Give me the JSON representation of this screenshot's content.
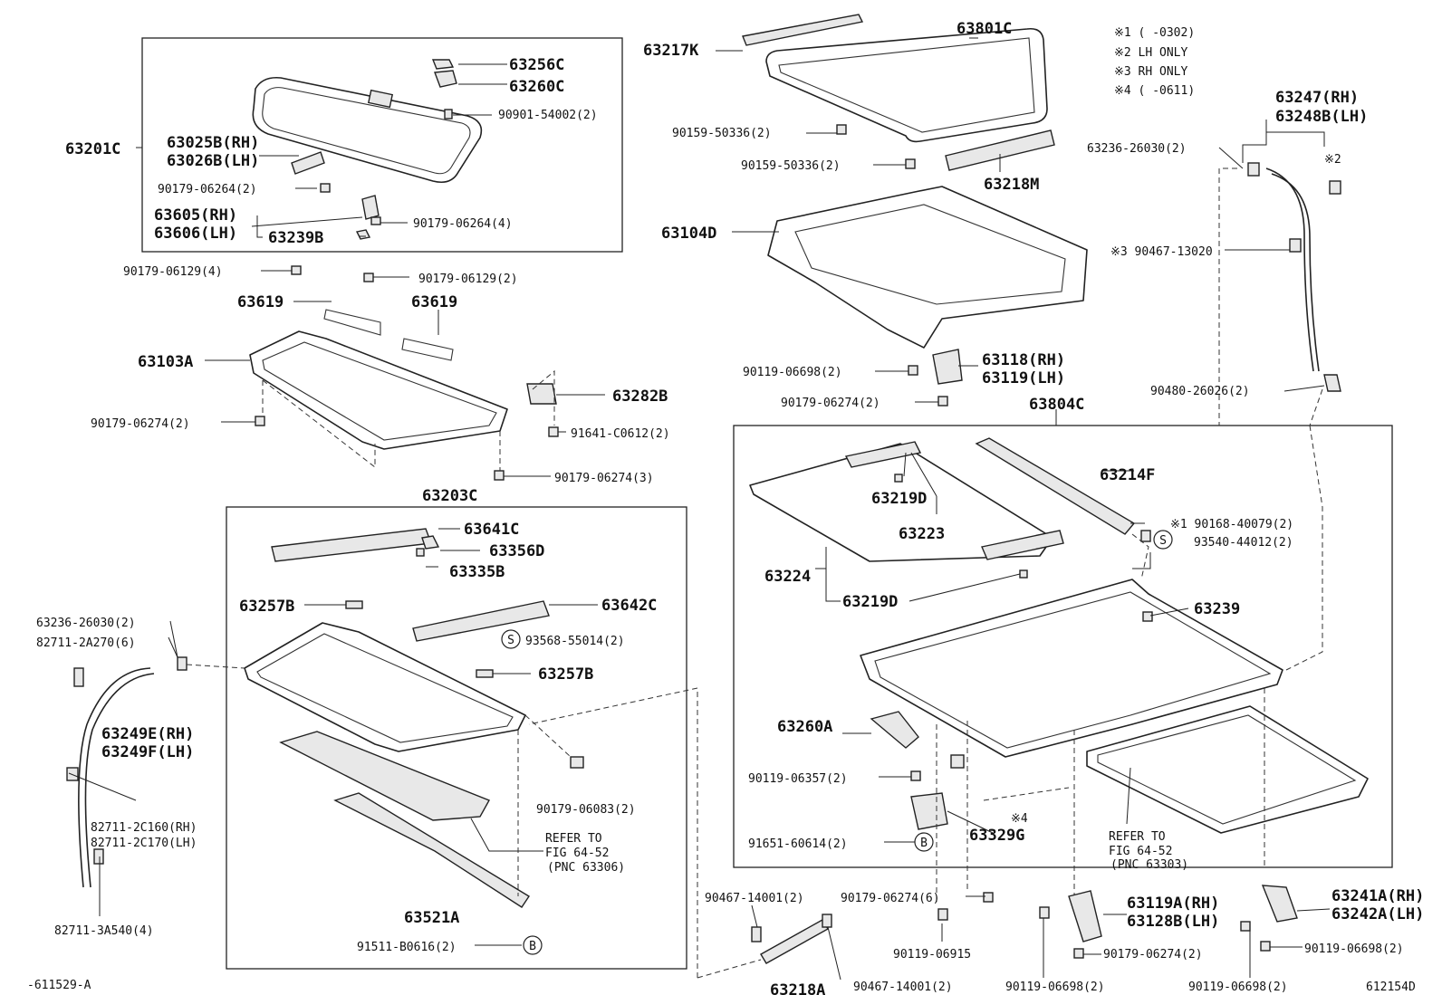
{
  "notes": [
    "※1 (     -0302)",
    "※2 LH ONLY",
    "※3 RH ONLY",
    "※4 (     -0611)"
  ],
  "footer_left": "-611529-A",
  "footer_right": "612154D",
  "labels": {
    "p63201C": "63201C",
    "p63256C": "63256C",
    "p63260C": "63260C",
    "p90901_54002": "90901-54002(2)",
    "p63025B": "63025B(RH)",
    "p63026B": "63026B(LH)",
    "p90179_06264_2": "90179-06264(2)",
    "p63605": "63605(RH)",
    "p63606": "63606(LH)",
    "p63239B": "63239B",
    "p90179_06264_4": "90179-06264(4)",
    "p90179_06129_4": "90179-06129(4)",
    "p90179_06129_2": "90179-06129(2)",
    "p63619_a": "63619",
    "p63619_b": "63619",
    "p63103A": "63103A",
    "p63282B": "63282B",
    "p90179_06274_2a": "90179-06274(2)",
    "p91641_C0612": "91641-C0612(2)",
    "p90179_06274_3": "90179-06274(3)",
    "p63203C": "63203C",
    "p63641C": "63641C",
    "p63356D": "63356D",
    "p63335B": "63335B",
    "p63257B_a": "63257B",
    "p63642C": "63642C",
    "p93568_55014": "93568-55014(2)",
    "p63257B_b": "63257B",
    "p90179_06083": "90179-06083(2)",
    "ref_6452_a_1": "REFER TO",
    "ref_6452_a_2": "FIG 64-52",
    "ref_6452_a_3": "(PNC 63306)",
    "p63521A": "63521A",
    "p91511_B0616": "91511-B0616(2)",
    "p63236_26030_left": "63236-26030(2)",
    "p82711_2A270": "82711-2A270(6)",
    "p63249E": "63249E(RH)",
    "p63249F": "63249F(LH)",
    "p82711_2C160": "82711-2C160(RH)",
    "p82711_2C170": "82711-2C170(LH)",
    "p82711_3A540": "82711-3A540(4)",
    "p63217K": "63217K",
    "p63801C": "63801C",
    "p90159_50336_a": "90159-50336(2)",
    "p90159_50336_b": "90159-50336(2)",
    "p63218M": "63218M",
    "p63104D": "63104D",
    "p90119_06698_a": "90119-06698(2)",
    "p63118": "63118(RH)",
    "p63119": "63119(LH)",
    "p90179_06274_2b": "90179-06274(2)",
    "p63804C": "63804C",
    "p63214F": "63214F",
    "p63219D_a": "63219D",
    "p63223": "63223",
    "p63224": "63224",
    "p63219D_b": "63219D",
    "p90168_40079": "※1 90168-40079(2)",
    "p93540_44012": "93540-44012(2)",
    "p63239": "63239",
    "p63260A": "63260A",
    "p90119_06357": "90119-06357(2)",
    "p91651_60614": "91651-60614(2)",
    "p63329G": "63329G",
    "note4": "※4",
    "ref_6452_b_1": "REFER TO",
    "ref_6452_b_2": "FIG 64-52",
    "ref_6452_b_3": "(PNC 63303)",
    "p63247": "63247(RH)",
    "p63248B": "63248B(LH)",
    "p63236_26030_right": "63236-26030(2)",
    "note2": "※2",
    "p90467_13020": "※3 90467-13020",
    "p90480_26026": "90480-26026(2)",
    "p90467_14001_a": "90467-14001(2)",
    "p90179_06274_6": "90179-06274(6)",
    "p90119_06915": "90119-06915",
    "p63218A": "63218A",
    "p90467_14001_b": "90467-14001(2)",
    "p90119_06698_b": "90119-06698(2)",
    "p63119A": "63119A(RH)",
    "p63128B": "63128B(LH)",
    "p90179_06274_2c": "90179-06274(2)",
    "p90119_06698_c": "90119-06698(2)",
    "p63241A": "63241A(RH)",
    "p63242A": "63242A(LH)",
    "p90119_06698_d": "90119-06698(2)"
  },
  "markers": {
    "s": "S",
    "b": "B"
  }
}
